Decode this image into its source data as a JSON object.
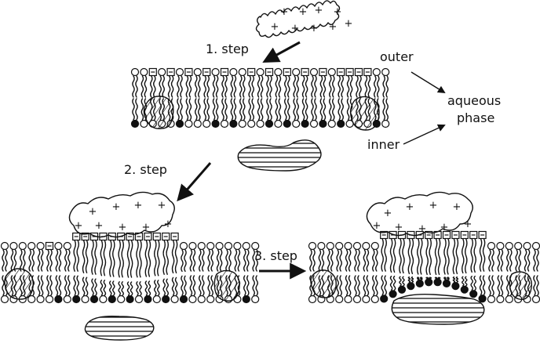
{
  "labels": {
    "step1": "1. step",
    "step2": "2. step",
    "step3": "3. step",
    "outer": "outer",
    "inner": "inner",
    "aqueous": "aqueous",
    "phase": "phase"
  },
  "symbols": {
    "positive": "+",
    "negative": "−"
  },
  "colors": {
    "ink": "#111111",
    "paper": "#ffffff"
  }
}
